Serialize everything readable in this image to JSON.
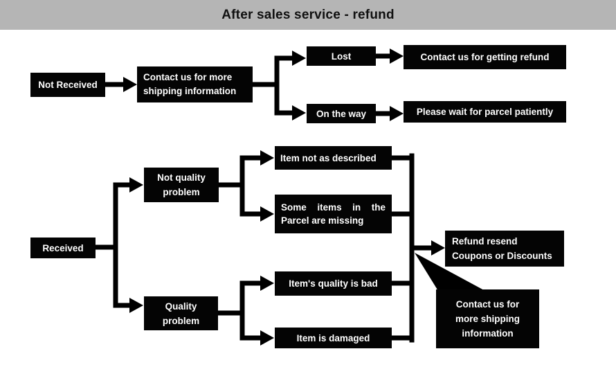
{
  "title": "After sales service - refund",
  "colors": {
    "header_bg": "#b5b5b5",
    "node_bg": "#040404",
    "node_text": "#ffffff",
    "connector": "#000000",
    "canvas_bg": "#ffffff"
  },
  "nodes": {
    "not_received": "Not Received",
    "contact_shipping": "Contact us for more\nshipping information",
    "lost": "Lost",
    "contact_refund": "Contact us for getting refund",
    "on_the_way": "On the way",
    "please_wait": "Please wait for parcel patiently",
    "received": "Received",
    "not_quality": "Not quality\nproblem",
    "item_not_described": "Item not as described",
    "some_items": "Some items in the Parcel are missing",
    "quality": "Quality\nproblem",
    "quality_bad": "Item's quality is bad",
    "item_damaged": "Item is damaged",
    "refund_resend": "Refund resend\nCoupons or Discounts",
    "callout": "Contact us for\nmore shipping\ninformation"
  }
}
